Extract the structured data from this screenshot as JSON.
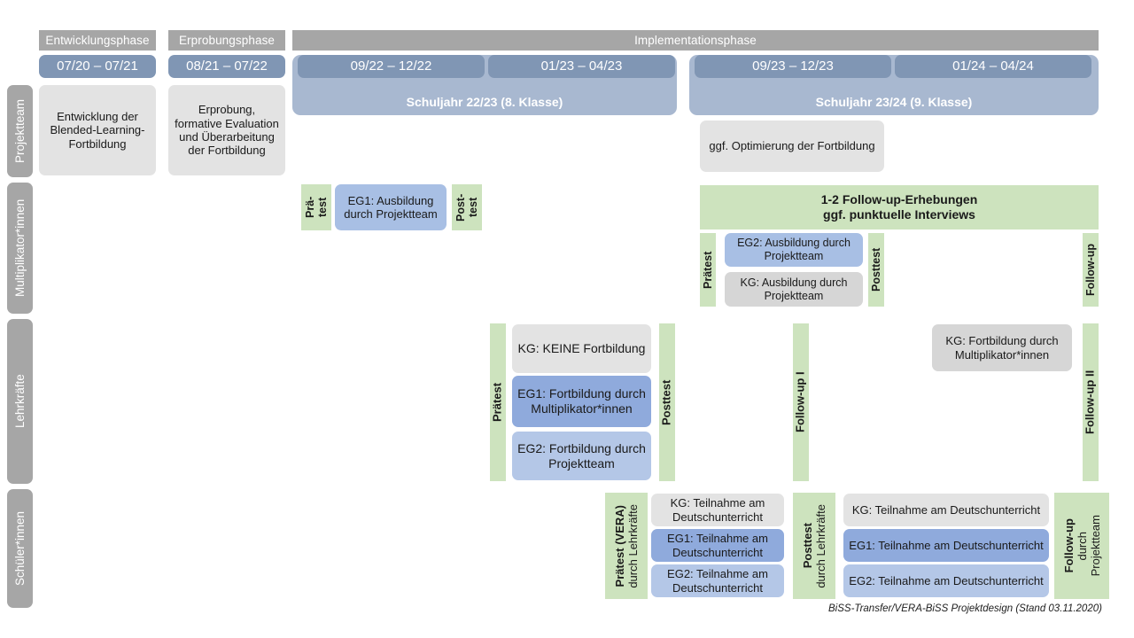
{
  "footer": "BiSS-Transfer/VERA-BiSS Projektdesign (Stand 03.11.2020)",
  "colors": {
    "phase_gray": "#a6a6a6",
    "date_blue": "#8096b4",
    "schuljahr_blue": "#a8b8d0",
    "green": "#cde3be",
    "eg1_blue": "#8faadc",
    "eg2_blue": "#b4c7e7",
    "kg_gray": "#e3e3e3"
  },
  "phases": [
    {
      "label": "Entwicklungsphase"
    },
    {
      "label": "Erprobungsphase"
    },
    {
      "label": "Implementationsphase"
    }
  ],
  "dates": [
    {
      "label": "07/20 – 07/21"
    },
    {
      "label": "08/21 – 07/22"
    },
    {
      "label": "09/22 – 12/22"
    },
    {
      "label": "01/23 – 04/23"
    },
    {
      "label": "09/23 – 12/23"
    },
    {
      "label": "01/24 – 04/24"
    }
  ],
  "schuljahre": [
    {
      "label": "Schuljahr 22/23 (8. Klasse)"
    },
    {
      "label": "Schuljahr 23/24 (9. Klasse)"
    }
  ],
  "roles": [
    {
      "label": "Projektteam"
    },
    {
      "label": "Multiplikator*innen"
    },
    {
      "label": "Lehrkräfte"
    },
    {
      "label": "Schüler*innen"
    }
  ],
  "projektteam": {
    "entwicklung": "Entwicklung der Blended-Learning-Fortbildung",
    "erprobung": "Erprobung, formative Evaluation und Überarbeitung der Fortbildung",
    "optimierung": "ggf. Optimierung der Fortbildung"
  },
  "multiplikatoren": {
    "praetest_1": "Prä-\ntest",
    "posttest_1": "Post-\ntest",
    "eg1": "EG1: Ausbildung durch Projektteam",
    "praetest_2": "Prätest",
    "posttest_2": "Posttest",
    "followup": "Follow-up",
    "eg2": "EG2: Ausbildung durch Projektteam",
    "kg": "KG: Ausbildung durch Projektteam",
    "erhebungen": "1-2 Follow-up-Erhebungen\nggf. punktuelle Interviews"
  },
  "lehrkraefte": {
    "praetest": "Prätest",
    "posttest": "Posttest",
    "followup_1": "Follow-up I",
    "followup_2": "Follow-up II",
    "kg_keine": "KG:  KEINE Fortbildung",
    "eg1": "EG1: Fortbildung durch Multiplikator*innen",
    "eg2": "EG2: Fortbildung durch Projektteam",
    "kg_fortbildung": "KG: Fortbildung durch Multiplikator*innen"
  },
  "schueler": {
    "praetest_main": "Prätest (VERA)",
    "praetest_sub": "durch Lehrkräfte",
    "posttest_main": "Posttest",
    "posttest_sub": "durch Lehrkräfte",
    "followup_main": "Follow-up",
    "followup_sub1": "durch",
    "followup_sub2": "Projektteam",
    "left": {
      "kg": "KG: Teilnahme am Deutschunterricht",
      "eg1": "EG1: Teilnahme am Deutschunterricht",
      "eg2": "EG2: Teilnahme am Deutschunterricht"
    },
    "right": {
      "kg": "KG: Teilnahme am Deutschunterricht",
      "eg1": "EG1: Teilnahme am Deutschunterricht",
      "eg2": "EG2: Teilnahme am Deutschunterricht"
    }
  }
}
